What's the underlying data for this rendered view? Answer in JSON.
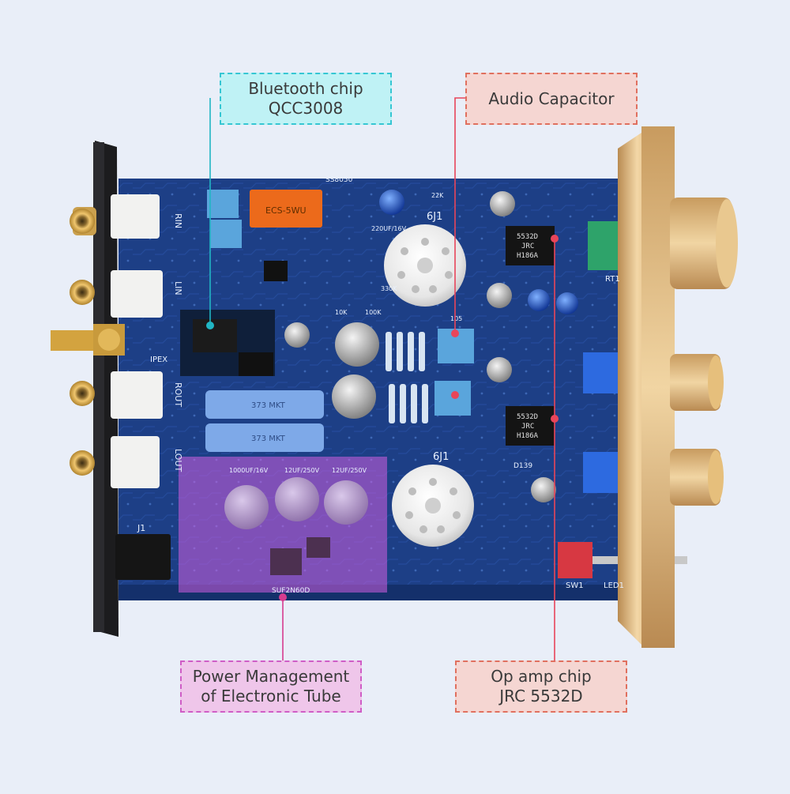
{
  "colors": {
    "background": "#e9eef8",
    "pcb": "#1d3f86",
    "pcb_dark": "#14306b",
    "callout_cyan": "#bff2f5",
    "callout_cyan_border": "#36c6d3",
    "callout_pink": "#f5d6d2",
    "callout_pink_border": "#e0705f",
    "callout_purple": "#efc6ea",
    "callout_purple_border": "#cf5dc6",
    "highlight_purple": "#d05fe0",
    "line_cyan": "#21b6c4",
    "line_red": "#e8455a",
    "line_magenta": "#d63b8f",
    "gold": "#d8b37a"
  },
  "callouts": {
    "bluetooth": {
      "line1": "Bluetooth chip",
      "line2": "QCC3008"
    },
    "capacitor": {
      "line1": "Audio Capacitor"
    },
    "power": {
      "line1": "Power Management",
      "line2": "of Electronic Tube"
    },
    "opamp": {
      "line1": "Op amp chip",
      "line2": "JRC 5532D"
    }
  },
  "board": {
    "tube_label_top": "6J1",
    "tube_label_bottom": "6J1",
    "silk_rin": "RIN",
    "silk_lin": "LIN",
    "silk_rout": "ROUT",
    "silk_lout": "LOUT",
    "silk_ipex": "IPEX",
    "silk_j1": "J1",
    "silk_sw1": "SW1",
    "silk_led1": "LED1",
    "silk_rt1": "RT1",
    "silk_d139": "D139",
    "silk_suf": "SUF2N60D",
    "silk_ss8050": "SS8050",
    "ic1_l1": "5532D",
    "ic1_l2": "JRC",
    "ic1_l3": "H186A",
    "ic2_l1": "5532D",
    "ic2_l2": "JRC",
    "ic2_l3": "H186A",
    "relay_text": "ECS-5WU",
    "filmcap_text": "373 MKT",
    "elcap_1": "1000UF/16V",
    "elcap_2": "12UF/250V",
    "elcap_3": "12UF/250V",
    "cap_220": "220UF/16V",
    "res_22k": "22K",
    "res_100k": "100K",
    "res_10k": "10K",
    "res_105": "105",
    "res_330k": "330K"
  }
}
